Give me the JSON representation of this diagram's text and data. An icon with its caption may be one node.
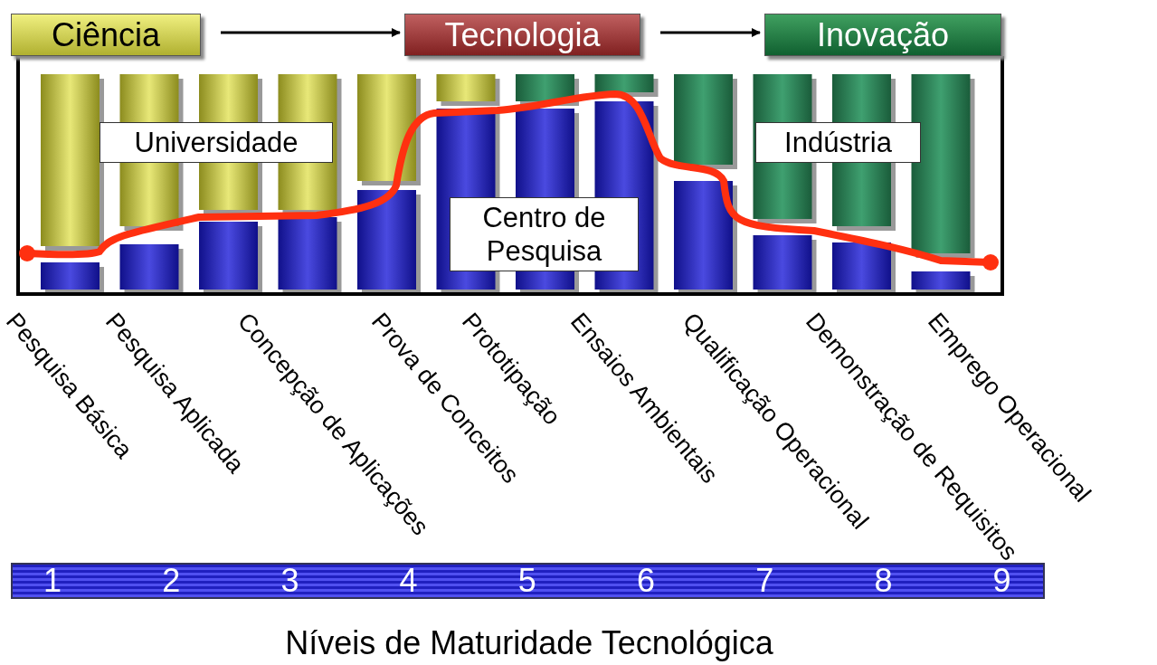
{
  "diagram": {
    "caption": "Níveis de Maturidade Tecnológica",
    "nodes": [
      {
        "text": [
          "Ciência"
        ]
      },
      {
        "text": [
          "Tecnologia"
        ]
      },
      {
        "text": [
          "Inovação"
        ]
      },
      {
        "text": [
          "Universidade"
        ]
      },
      {
        "text": [
          "Centro de Pesquisa"
        ]
      },
      {
        "text": [
          "Indústria"
        ]
      }
    ],
    "edges": [
      {
        "from": 0,
        "to": 1,
        "arrow": "to"
      },
      {
        "from": 1,
        "to": 2,
        "arrow": "to"
      }
    ],
    "labels": [
      "Pesquisa Básica",
      "Pesquisa  Aplicada",
      "Concepção de Aplicações",
      "Prova de Conceitos",
      "Prototipação",
      "Ensaios Ambientais",
      "Qualificação Operacional",
      "Demonstração de Requisitos",
      "Emprego Operacional",
      "1",
      "2",
      "3",
      "4",
      "5",
      "6",
      "7",
      "8",
      "9"
    ]
  }
}
